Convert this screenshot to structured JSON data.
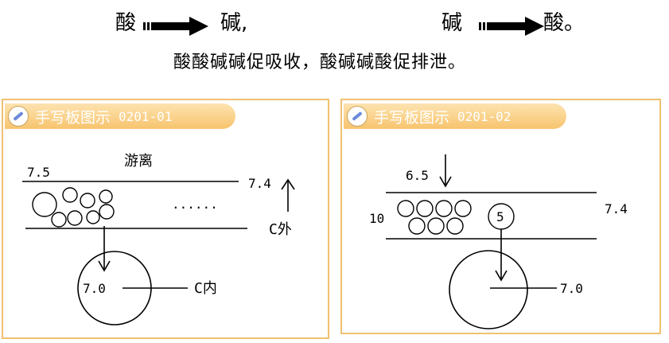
{
  "header": {
    "line1_left_start": "酸",
    "line1_left_end": "碱,",
    "line1_right_start": "碱",
    "line1_right_end": "酸。",
    "arrow_icon": "arrow-right-icon",
    "subtitle": "酸酸碱碱促吸收，酸碱碱酸促排泄。"
  },
  "panel1": {
    "title": "手写板图示",
    "id": "0201-01",
    "label_7_5": "7.5",
    "label_youli": "游离",
    "label_7_4": "7.4",
    "label_dots": "......",
    "label_c_wai": "C外",
    "label_7_0": "7.0",
    "label_c_nei": "C内"
  },
  "panel2": {
    "title": "手写板图示",
    "id": "0201-02",
    "label_6_5": "6.5",
    "label_7_4": "7.4",
    "label_10": "10",
    "label_5": "5",
    "label_7_0": "7.0"
  },
  "colors": {
    "panel_border": "#f0c070",
    "tab_fill": "#f7c46e"
  }
}
